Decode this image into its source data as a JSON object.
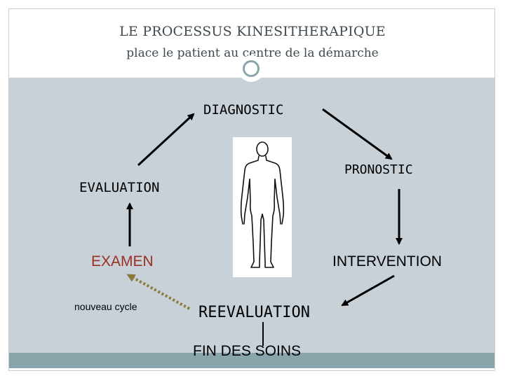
{
  "header": {
    "title": "LE PROCESSUS KINESITHERAPIQUE",
    "subtitle": "place le patient au centre de la démarche"
  },
  "cycle": {
    "diagnostic": "DIAGNOSTIC",
    "pronostic": "PRONOSTIC",
    "evaluation": "EVALUATION",
    "examen": "EXAMEN",
    "intervention": "INTERVENTION",
    "reevaluation": "REEVALUATION",
    "fin_des_soins": "FIN DES SOINS",
    "nouveau_cycle": "nouveau cycle"
  },
  "colors": {
    "content_bg": "#c8d1d8",
    "bottom_bar": "#87a5ab",
    "accent_ring": "#8aa6ab",
    "examen_text": "#9b2d22",
    "dotted_arrow": "#8a7a3c"
  },
  "icons": {
    "center": "human-body-outline-icon",
    "ornament": "ring-icon"
  }
}
